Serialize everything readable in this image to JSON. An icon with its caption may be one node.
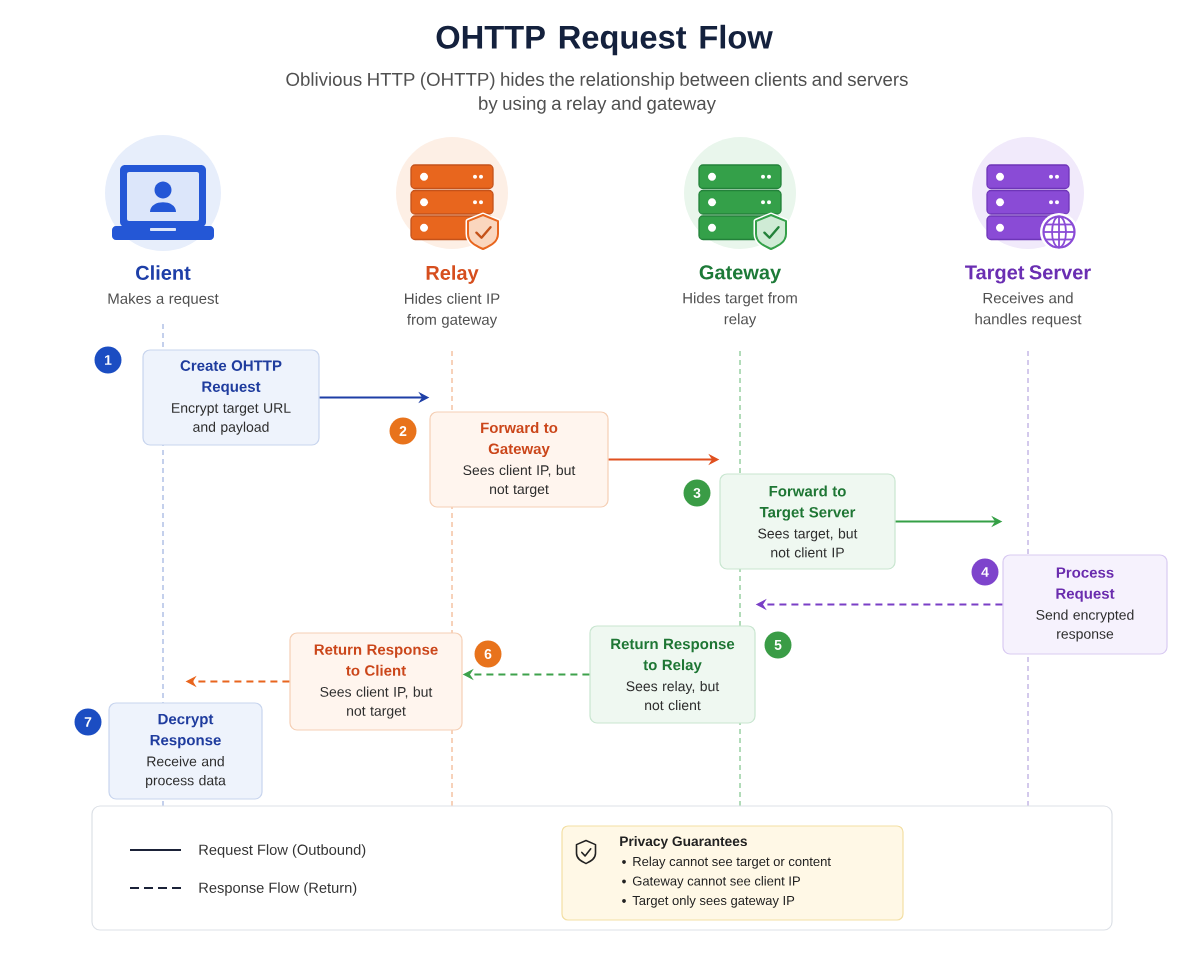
{
  "diagram": {
    "title": "OHTTP Request Flow",
    "nodes": [
      {
        "text": [
          "Client",
          "Makes a request"
        ]
      },
      {
        "text": [
          "Relay",
          "Hides client IP from gateway"
        ]
      },
      {
        "text": [
          "Gateway",
          "Hides target from relay"
        ]
      },
      {
        "text": [
          "Target Server",
          "Receives and handles request"
        ]
      },
      {
        "text": [
          "Create OHTTP Request",
          "Encrypt target URL and payload"
        ],
        "beside": [
          "1"
        ]
      },
      {
        "text": [
          "Forward to Gateway",
          "Sees client IP, but not target"
        ],
        "beside": [
          "2"
        ]
      },
      {
        "text": [
          "Forward to Target Server",
          "Sees target, but not client IP"
        ],
        "beside": [
          "3"
        ]
      },
      {
        "text": [
          "Process Request",
          "Send encrypted response"
        ],
        "beside": [
          "4"
        ]
      },
      {
        "text": [
          "Return Response to Relay",
          "Sees relay, but not client"
        ],
        "beside": [
          "5"
        ]
      },
      {
        "text": [
          "Return Response to Client",
          "Sees client IP, but not target"
        ],
        "beside": [
          "6"
        ]
      },
      {
        "text": [
          "Decrypt Response",
          "Receive and process data"
        ],
        "beside": [
          "7"
        ]
      },
      {
        "text": [
          "Privacy Guarantees",
          "Relay cannot see target or content",
          "Gateway cannot see client IP",
          "Target only sees gateway IP"
        ]
      }
    ],
    "edges": [
      {
        "from": 4,
        "to": 5,
        "arrow": "to",
        "color": "#1e3fa6"
      },
      {
        "from": 5,
        "to": 6,
        "arrow": "to",
        "color": "#e0501f"
      },
      {
        "from": 6,
        "to": 7,
        "arrow": "to",
        "color": "#35a046"
      },
      {
        "from": 7,
        "to": 8,
        "arrow": "to",
        "style": "dashed",
        "color": "#7a3fc6"
      },
      {
        "from": 8,
        "to": 9,
        "arrow": "to",
        "style": "dashed",
        "color": "#3ea24c"
      },
      {
        "from": 9,
        "to": 10,
        "arrow": "to",
        "style": "dashed",
        "color": "#e8651e"
      }
    ],
    "labels": [
      "Oblivious HTTP (OHTTP) hides the relationship between clients and servers by using a relay and gateway"
    ],
    "legend": [
      {
        "text": "Request Flow (Outbound)"
      },
      {
        "text": "Response Flow (Return)"
      }
    ]
  }
}
